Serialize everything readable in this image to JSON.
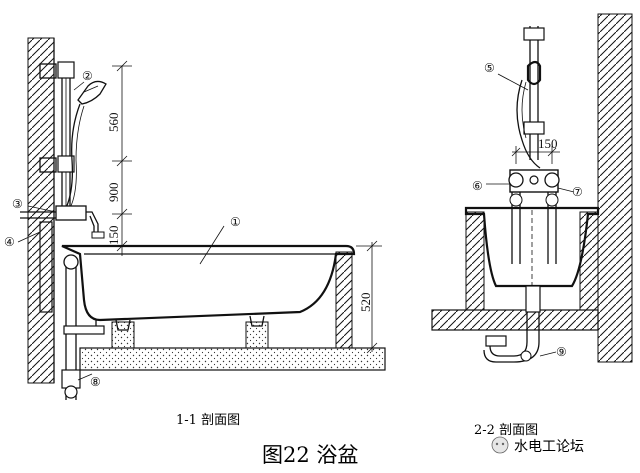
{
  "dimensions": {
    "d560": "560",
    "d900": "900",
    "d150_left": "150",
    "d520": "520",
    "d150_right": "150"
  },
  "callouts": [
    "①",
    "②",
    "③",
    "④",
    "⑤",
    "⑥",
    "⑦",
    "⑧",
    "⑨"
  ],
  "section_labels": {
    "left": "1-1 剖面图",
    "right": "2-2 剖面图"
  },
  "figure_title": "图22  浴盆",
  "watermark": "水电工论坛"
}
